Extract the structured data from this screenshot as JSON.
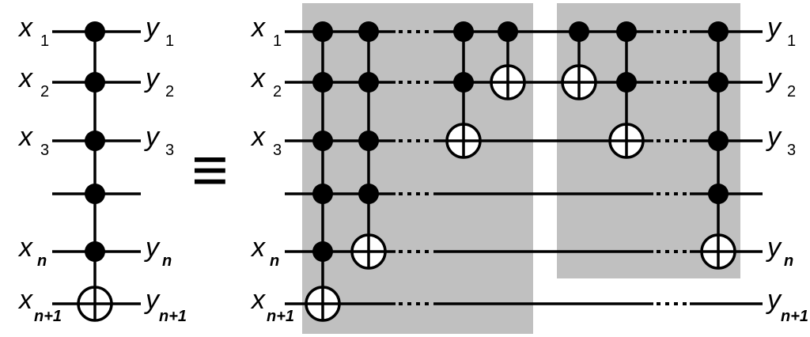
{
  "equivalence_symbol": "≡",
  "labels": {
    "x1": {
      "main": "x",
      "sub": "1"
    },
    "x2": {
      "main": "x",
      "sub": "2"
    },
    "x3": {
      "main": "x",
      "sub": "3"
    },
    "xn": {
      "main": "x",
      "sub": "n"
    },
    "xn1": {
      "main": "x",
      "sub": "n+1"
    },
    "y1": {
      "main": "y",
      "sub": "1"
    },
    "y2": {
      "main": "y",
      "sub": "2"
    },
    "y3": {
      "main": "y",
      "sub": "3"
    },
    "yn": {
      "main": "y",
      "sub": "n"
    },
    "yn1": {
      "main": "y",
      "sub": "n+1"
    }
  }
}
